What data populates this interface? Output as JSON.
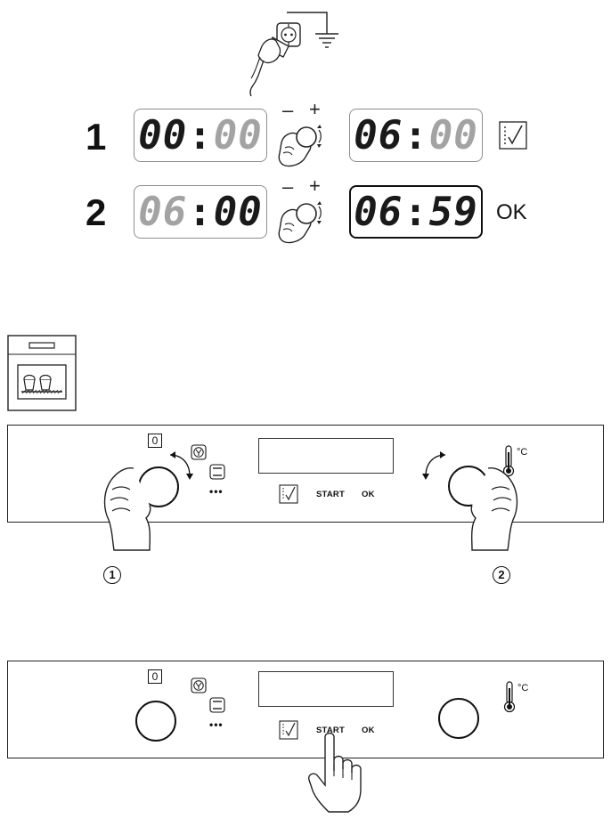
{
  "clock_setup": {
    "step1": {
      "number": "1",
      "display_before": {
        "hours": "00",
        "minutes": "00",
        "dim": "minutes"
      },
      "display_after": {
        "hours": "06",
        "minutes": "00",
        "dim": "minutes"
      },
      "minus_label": "–",
      "plus_label": "+",
      "confirm_icon": "clock-check-icon"
    },
    "step2": {
      "number": "2",
      "display_before": {
        "hours": "06",
        "minutes": "00",
        "dim": "hours"
      },
      "display_after": {
        "hours": "06",
        "minutes": "59",
        "dim": "none"
      },
      "minus_label": "–",
      "plus_label": "+",
      "confirm_label": "OK"
    },
    "icons": {
      "power_plug": "power-plug-socket-icon",
      "knob_turn": "hand-turning-knob-icon"
    }
  },
  "oven_panel": {
    "oven_icon": "oven-baking-icon",
    "button_labels": {
      "start": "START",
      "ok": "OK"
    },
    "zero_label": "0",
    "more_label": "•••",
    "temperature_unit": "°C",
    "selector_left_callout": "1",
    "selector_right_callout": "2",
    "icons": {
      "fan": "fan-function-icon",
      "top_bottom_heat": "top-bottom-heat-icon",
      "thermometer": "thermometer-icon",
      "clock_check": "clock-check-icon",
      "pressing_hand": "hand-pressing-icon"
    }
  }
}
